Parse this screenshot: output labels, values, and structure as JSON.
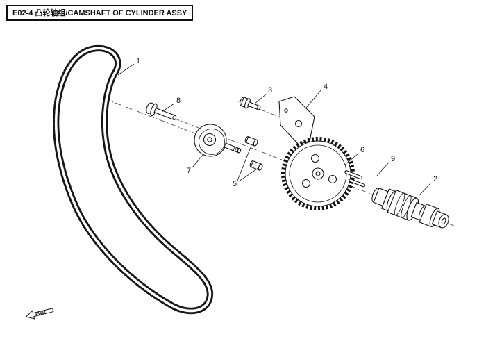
{
  "header": {
    "title": "E02-4 凸轮轴组/CAMSHAFT OF CYLINDER ASSY"
  },
  "callouts": [
    "1",
    "2",
    "3",
    "4",
    "5",
    "6",
    "7",
    "8",
    "9"
  ],
  "fwd": {
    "label": "FWD"
  },
  "colors": {
    "ink": "#141414",
    "background": "#ffffff"
  }
}
